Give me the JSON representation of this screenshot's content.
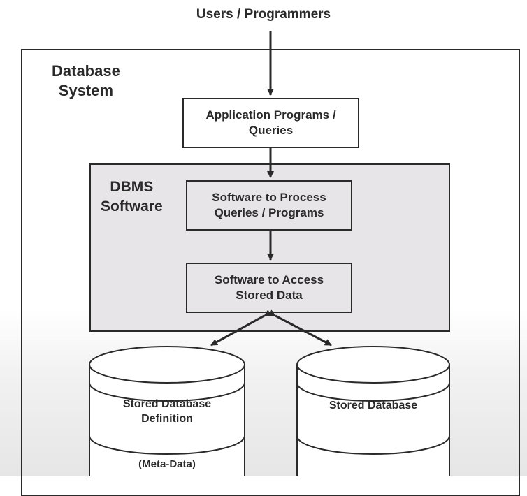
{
  "top_label": "Users / Programmers",
  "outer": {
    "title_line1": "Database",
    "title_line2": "System"
  },
  "app_box": {
    "line1": "Application Programs /",
    "line2": "Queries"
  },
  "dbms": {
    "title_line1": "DBMS",
    "title_line2": "Software"
  },
  "process_box": {
    "line1": "Software to Process",
    "line2": "Queries / Programs"
  },
  "access_box": {
    "line1": "Software to Access",
    "line2": "Stored Data"
  },
  "left_db": {
    "line1": "Stored Database",
    "line2": "Definition",
    "line3": "(Meta-Data)"
  },
  "right_db": {
    "line1": "Stored Database"
  }
}
